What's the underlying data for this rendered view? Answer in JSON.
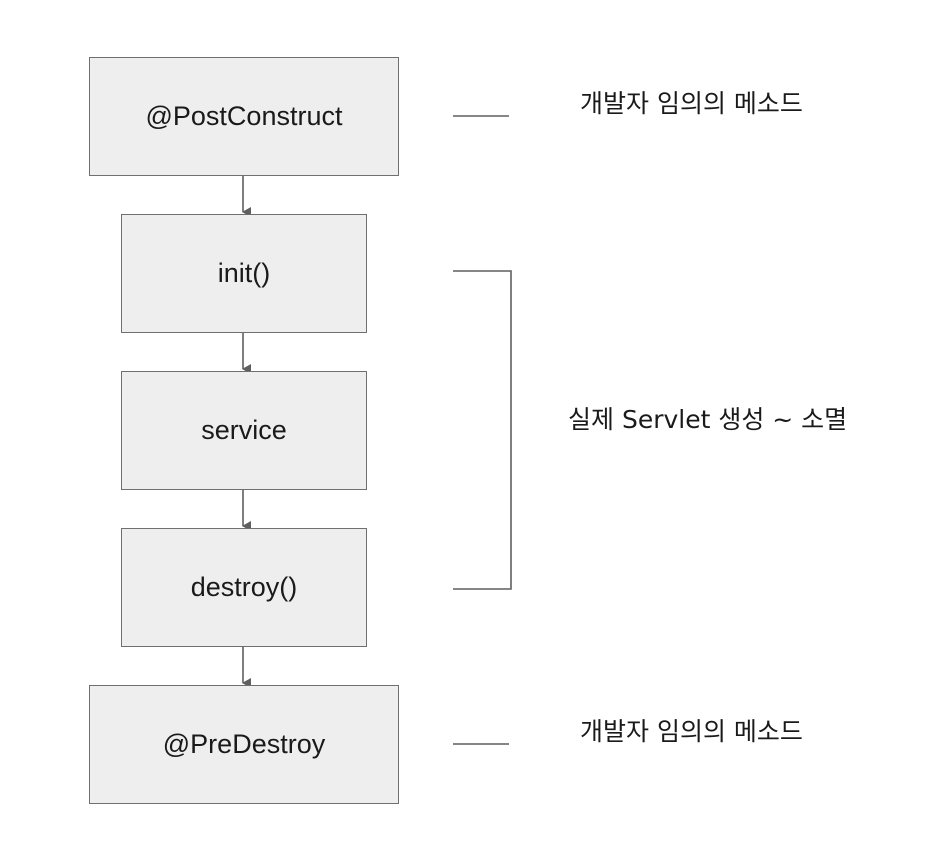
{
  "diagram": {
    "boxes": {
      "post_construct": "@PostConstruct",
      "init": "init()",
      "service": "service",
      "destroy": "destroy()",
      "pre_destroy": "@PreDestroy"
    },
    "notes": {
      "top": "개발자 임의의 메소드",
      "middle": "실제 Servlet 생성 ~ 소멸",
      "bottom": "개발자 임의의 메소드"
    },
    "colors": {
      "box_fill": "#eeeeee",
      "box_border": "#6f6f6f",
      "line": "#5f5f5f",
      "text": "#1a1a1a"
    }
  }
}
